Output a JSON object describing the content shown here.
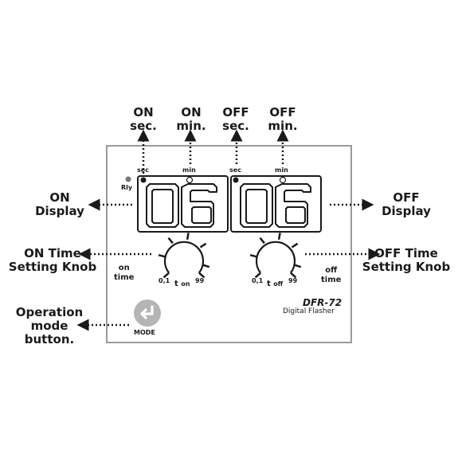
{
  "labels": {
    "on_sec_line1": "ON",
    "on_sec_line2": "sec.",
    "on_min_line1": "ON",
    "on_min_line2": "min.",
    "off_sec_line1": "OFF",
    "off_sec_line2": "sec.",
    "off_min_line1": "OFF",
    "off_min_line2": "min.",
    "on_display_line1": "ON",
    "on_display_line2": "Display",
    "off_display_line1": "OFF",
    "off_display_line2": "Display",
    "on_knob_line1": "ON Time",
    "on_knob_line2": "Setting Knob",
    "off_knob_line1": "OFF Time",
    "off_knob_line2": "Setting Knob",
    "mode_line1": "Operation",
    "mode_line2": "mode",
    "mode_line3": "button."
  },
  "device": {
    "model": "DFR-72",
    "subtitle": "Digital Flasher",
    "rly_label": "Rly",
    "left_display": {
      "digits": "06",
      "sec_label": "sec",
      "min_label": "min"
    },
    "right_display": {
      "digits": "06",
      "sec_label": "sec",
      "min_label": "min"
    },
    "on_knob": {
      "side_label_line1": "on",
      "side_label_line2": "time",
      "min_label": "0,1",
      "max_label": "99",
      "t_label": "t",
      "t_sub": "on"
    },
    "off_knob": {
      "side_label_line1": "off",
      "side_label_line2": "time",
      "min_label": "0,1",
      "max_label": "99",
      "t_label": "t",
      "t_sub": "off"
    },
    "mode_button_label": "MODE"
  },
  "colors": {
    "ink": "#1a1a1a",
    "frame": "#9a9a9a",
    "led_gray": "#777777",
    "mode_icon": "#b5b5b5"
  },
  "icons": {
    "mode_button": "return-arrow-icon"
  }
}
